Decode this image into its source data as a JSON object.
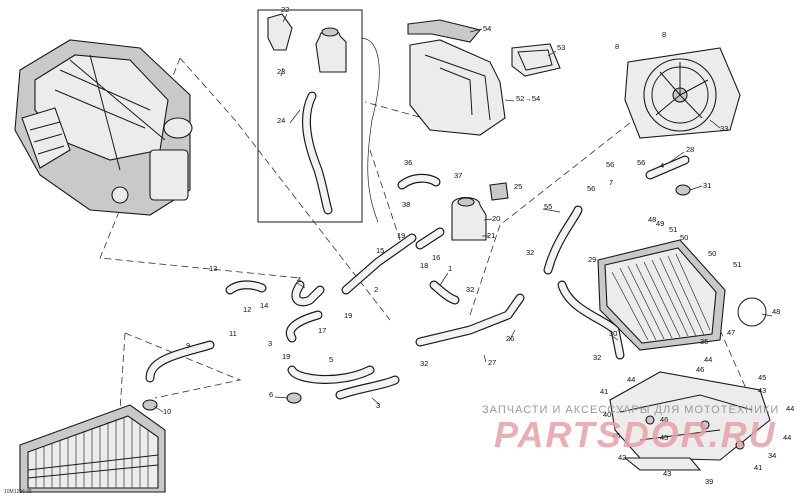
{
  "diagram": {
    "doc_id": "10M1236 35",
    "watermark_text": "ЗАПЧАСТИ И АКСЕССУАРЫ ДЛЯ МОТОТЕХНИКИ",
    "watermark_logo": "PARTSDOR.RU",
    "callouts": [
      "1",
      "2",
      "3",
      "4",
      "5",
      "6",
      "7",
      "8",
      "9",
      "10",
      "11",
      "12",
      "13",
      "14",
      "15",
      "16",
      "17",
      "18",
      "19",
      "20",
      "21",
      "22",
      "23",
      "24",
      "25",
      "26",
      "27",
      "28",
      "29",
      "30",
      "31",
      "32",
      "33",
      "34",
      "35",
      "36",
      "37",
      "38",
      "39",
      "40",
      "41",
      "42",
      "43",
      "44",
      "45",
      "46",
      "47",
      "48",
      "49",
      "50",
      "51",
      "52",
      "53",
      "54",
      "55",
      "56",
      "52→54"
    ]
  }
}
